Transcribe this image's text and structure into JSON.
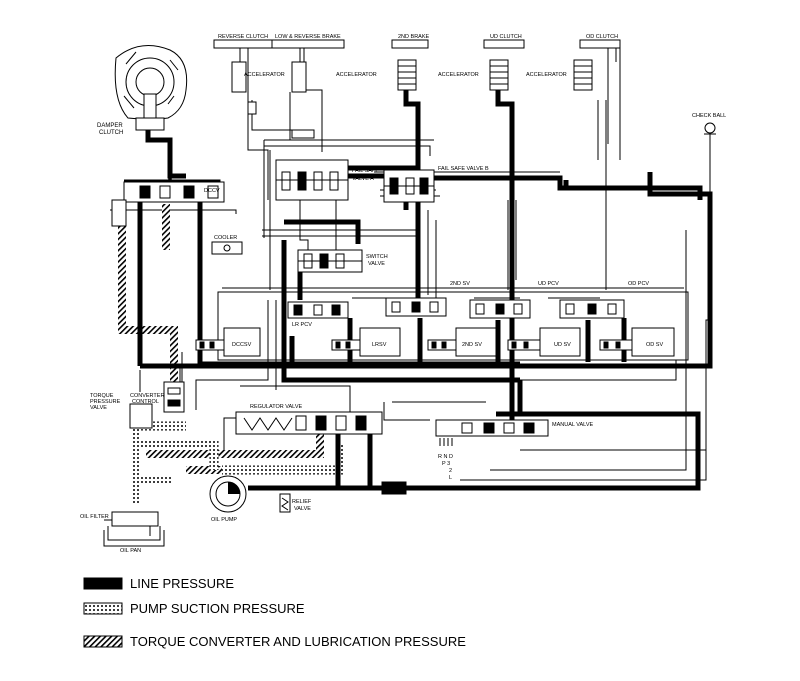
{
  "labels": {
    "reverse_clutch": "REVERSE CLUTCH",
    "low_reverse_brake": "LOW & REVERSE BRAKE",
    "second_brake": "2ND BRAKE",
    "ud_clutch": "UD CLUTCH",
    "od_clutch": "OD CLUTCH",
    "accelerator": "ACCELERATOR",
    "check_ball": "CHECK BALL",
    "damper_clutch_1": "DAMPER",
    "damper_clutch_2": "CLUTCH",
    "dccv": "DCCV",
    "cooler": "COOLER",
    "fail_safe_a_1": "FAIL SAFE",
    "fail_safe_a_2": "VALVE A",
    "fail_safe_b": "FAIL SAFE VALVE B",
    "switch_valve_1": "SWITCH",
    "switch_valve_2": "VALVE",
    "second_sv_title": "2ND SV",
    "ud_pcv": "UD PCV",
    "od_pcv": "OD PCV",
    "lr_pcv": "LR PCV",
    "dccsv": "DCCSV",
    "lrsv": "LRSV",
    "second_sv": "2ND SV",
    "ud_sv": "UD SV",
    "od_sv": "OD SV",
    "torque_pressure_valve_1": "TORQUE",
    "torque_pressure_valve_2": "PRESSURE",
    "torque_pressure_valve_3": "VALVE",
    "converter_control_1": "CONVERTER",
    "converter_control_2": "CONTROL",
    "regulator_valve": "REGULATOR VALVE",
    "manual_valve": "MANUAL VALVE",
    "rnd": "R N D",
    "p3": "P 3",
    "two": "2",
    "l": "L",
    "oil_filter": "OIL FILTER",
    "oil_pump": "OIL PUMP",
    "relief_valve_1": "RELIEF",
    "relief_valve_2": "VALVE",
    "oil_pan": "OIL PAN"
  },
  "legend": [
    {
      "key": "line",
      "label": "LINE PRESSURE"
    },
    {
      "key": "suction",
      "label": "PUMP SUCTION PRESSURE"
    },
    {
      "key": "lube",
      "label": "TORQUE CONVERTER AND LUBRICATION PRESSURE"
    }
  ],
  "colors": {
    "ink": "#000000",
    "paper": "#ffffff"
  }
}
